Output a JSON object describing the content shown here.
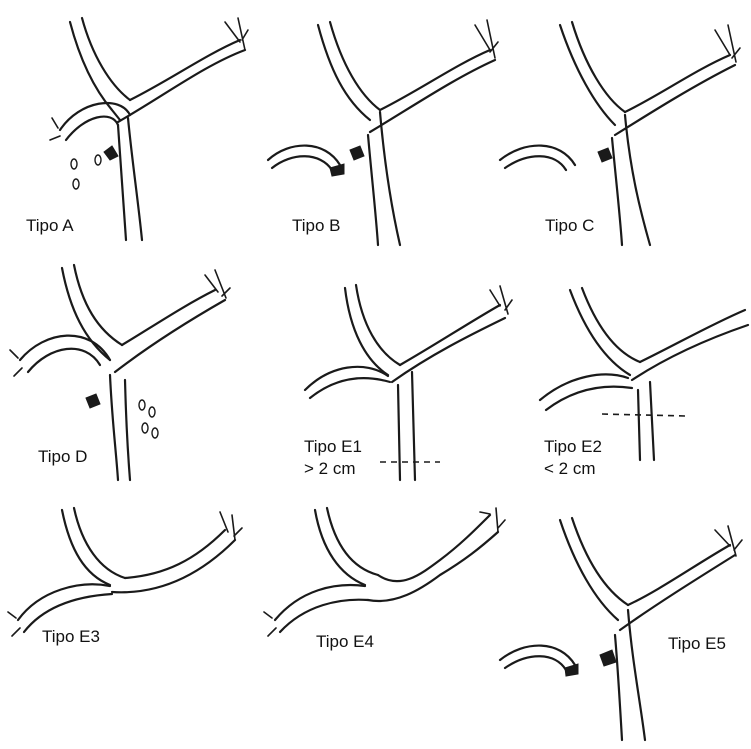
{
  "labels": {
    "A": "Tipo A",
    "B": "Tipo B",
    "C": "Tipo C",
    "D": "Tipo D",
    "E1": "Tipo E1",
    "E1_note": "> 2 cm",
    "E2": "Tipo E2",
    "E2_note": "< 2 cm",
    "E3": "Tipo E3",
    "E4": "Tipo E4",
    "E5": "Tipo E5"
  },
  "colors": {
    "line": "#1a1a1a",
    "background": "#ffffff"
  }
}
